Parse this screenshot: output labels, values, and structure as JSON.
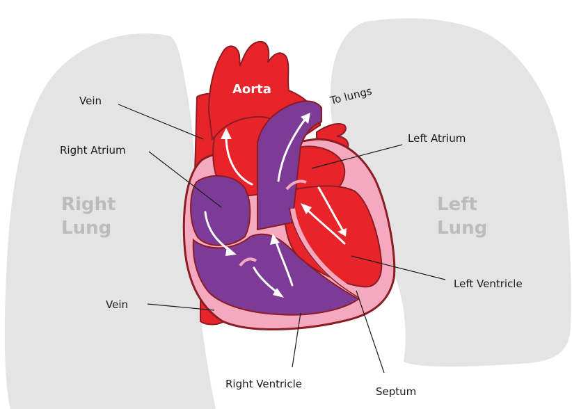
{
  "labels": {
    "vein_top": "Vein",
    "right_atrium": "Right Atrium",
    "aorta": "Aorta",
    "to_lungs": "To lungs",
    "left_atrium": "Left Atrium",
    "right_lung_line1": "Right",
    "right_lung_line2": "Lung",
    "left_lung_line1": "Left",
    "left_lung_line2": "Lung",
    "left_ventricle": "Left Ventricle",
    "vein_bottom": "Vein",
    "right_ventricle": "Right Ventricle",
    "septum": "Septum"
  },
  "colors": {
    "lung": "#e4e4e4",
    "oxygenated": "#e8242b",
    "deoxygenated": "#7b3b96",
    "pericardium": "#f5a9bf",
    "outline": "#8c1c24",
    "arrow": "#ffffff"
  }
}
